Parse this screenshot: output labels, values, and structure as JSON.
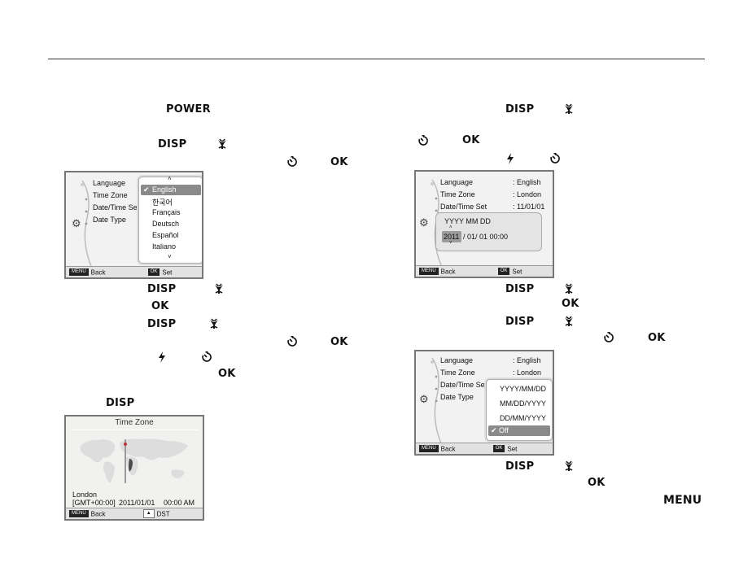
{
  "keywords": {
    "power": "POWER",
    "disp": "DISP",
    "ok": "OK",
    "menu": "MENU"
  },
  "screen_language": {
    "menu_items": [
      "Language",
      "Time Zone",
      "Date/Time Set",
      "Date Type"
    ],
    "options": [
      "English",
      "한국어",
      "Français",
      "Deutsch",
      "Español",
      "Italiano"
    ],
    "selected_option": "English",
    "bar": {
      "back_key": "MENU",
      "back": "Back",
      "set_key": "OK",
      "set": "Set"
    }
  },
  "screen_timezone": {
    "title": "Time Zone",
    "city": "London",
    "gmt": "[GMT+00:00]",
    "date": "2011/01/01",
    "time": "00:00 AM",
    "bar": {
      "back_key": "MENU",
      "back": "Back",
      "dst_key": "▲",
      "dst": "DST"
    }
  },
  "screen_datetime": {
    "menu_items": [
      "Language",
      "Time Zone",
      "Date/Time Set"
    ],
    "values": [
      ":  English",
      ":  London",
      ":  11/01/01"
    ],
    "format_header": "YYYY  MM  DD",
    "year": "2011",
    "rest": "/ 01/ 01   00:00",
    "bar": {
      "back_key": "MENU",
      "back": "Back",
      "set_key": "OK",
      "set": "Set"
    }
  },
  "screen_datetype": {
    "menu_items": [
      "Language",
      "Time Zone",
      "Date/Time Set",
      "Date Type"
    ],
    "values": [
      ":  English",
      ":  London"
    ],
    "options": [
      "YYYY/MM/DD",
      "MM/DD/YYYY",
      "DD/MM/YYYY",
      "Off"
    ],
    "selected_option": "Off",
    "bar": {
      "back_key": "MENU",
      "back": "Back",
      "set_key": "OK",
      "set": "Set"
    }
  }
}
